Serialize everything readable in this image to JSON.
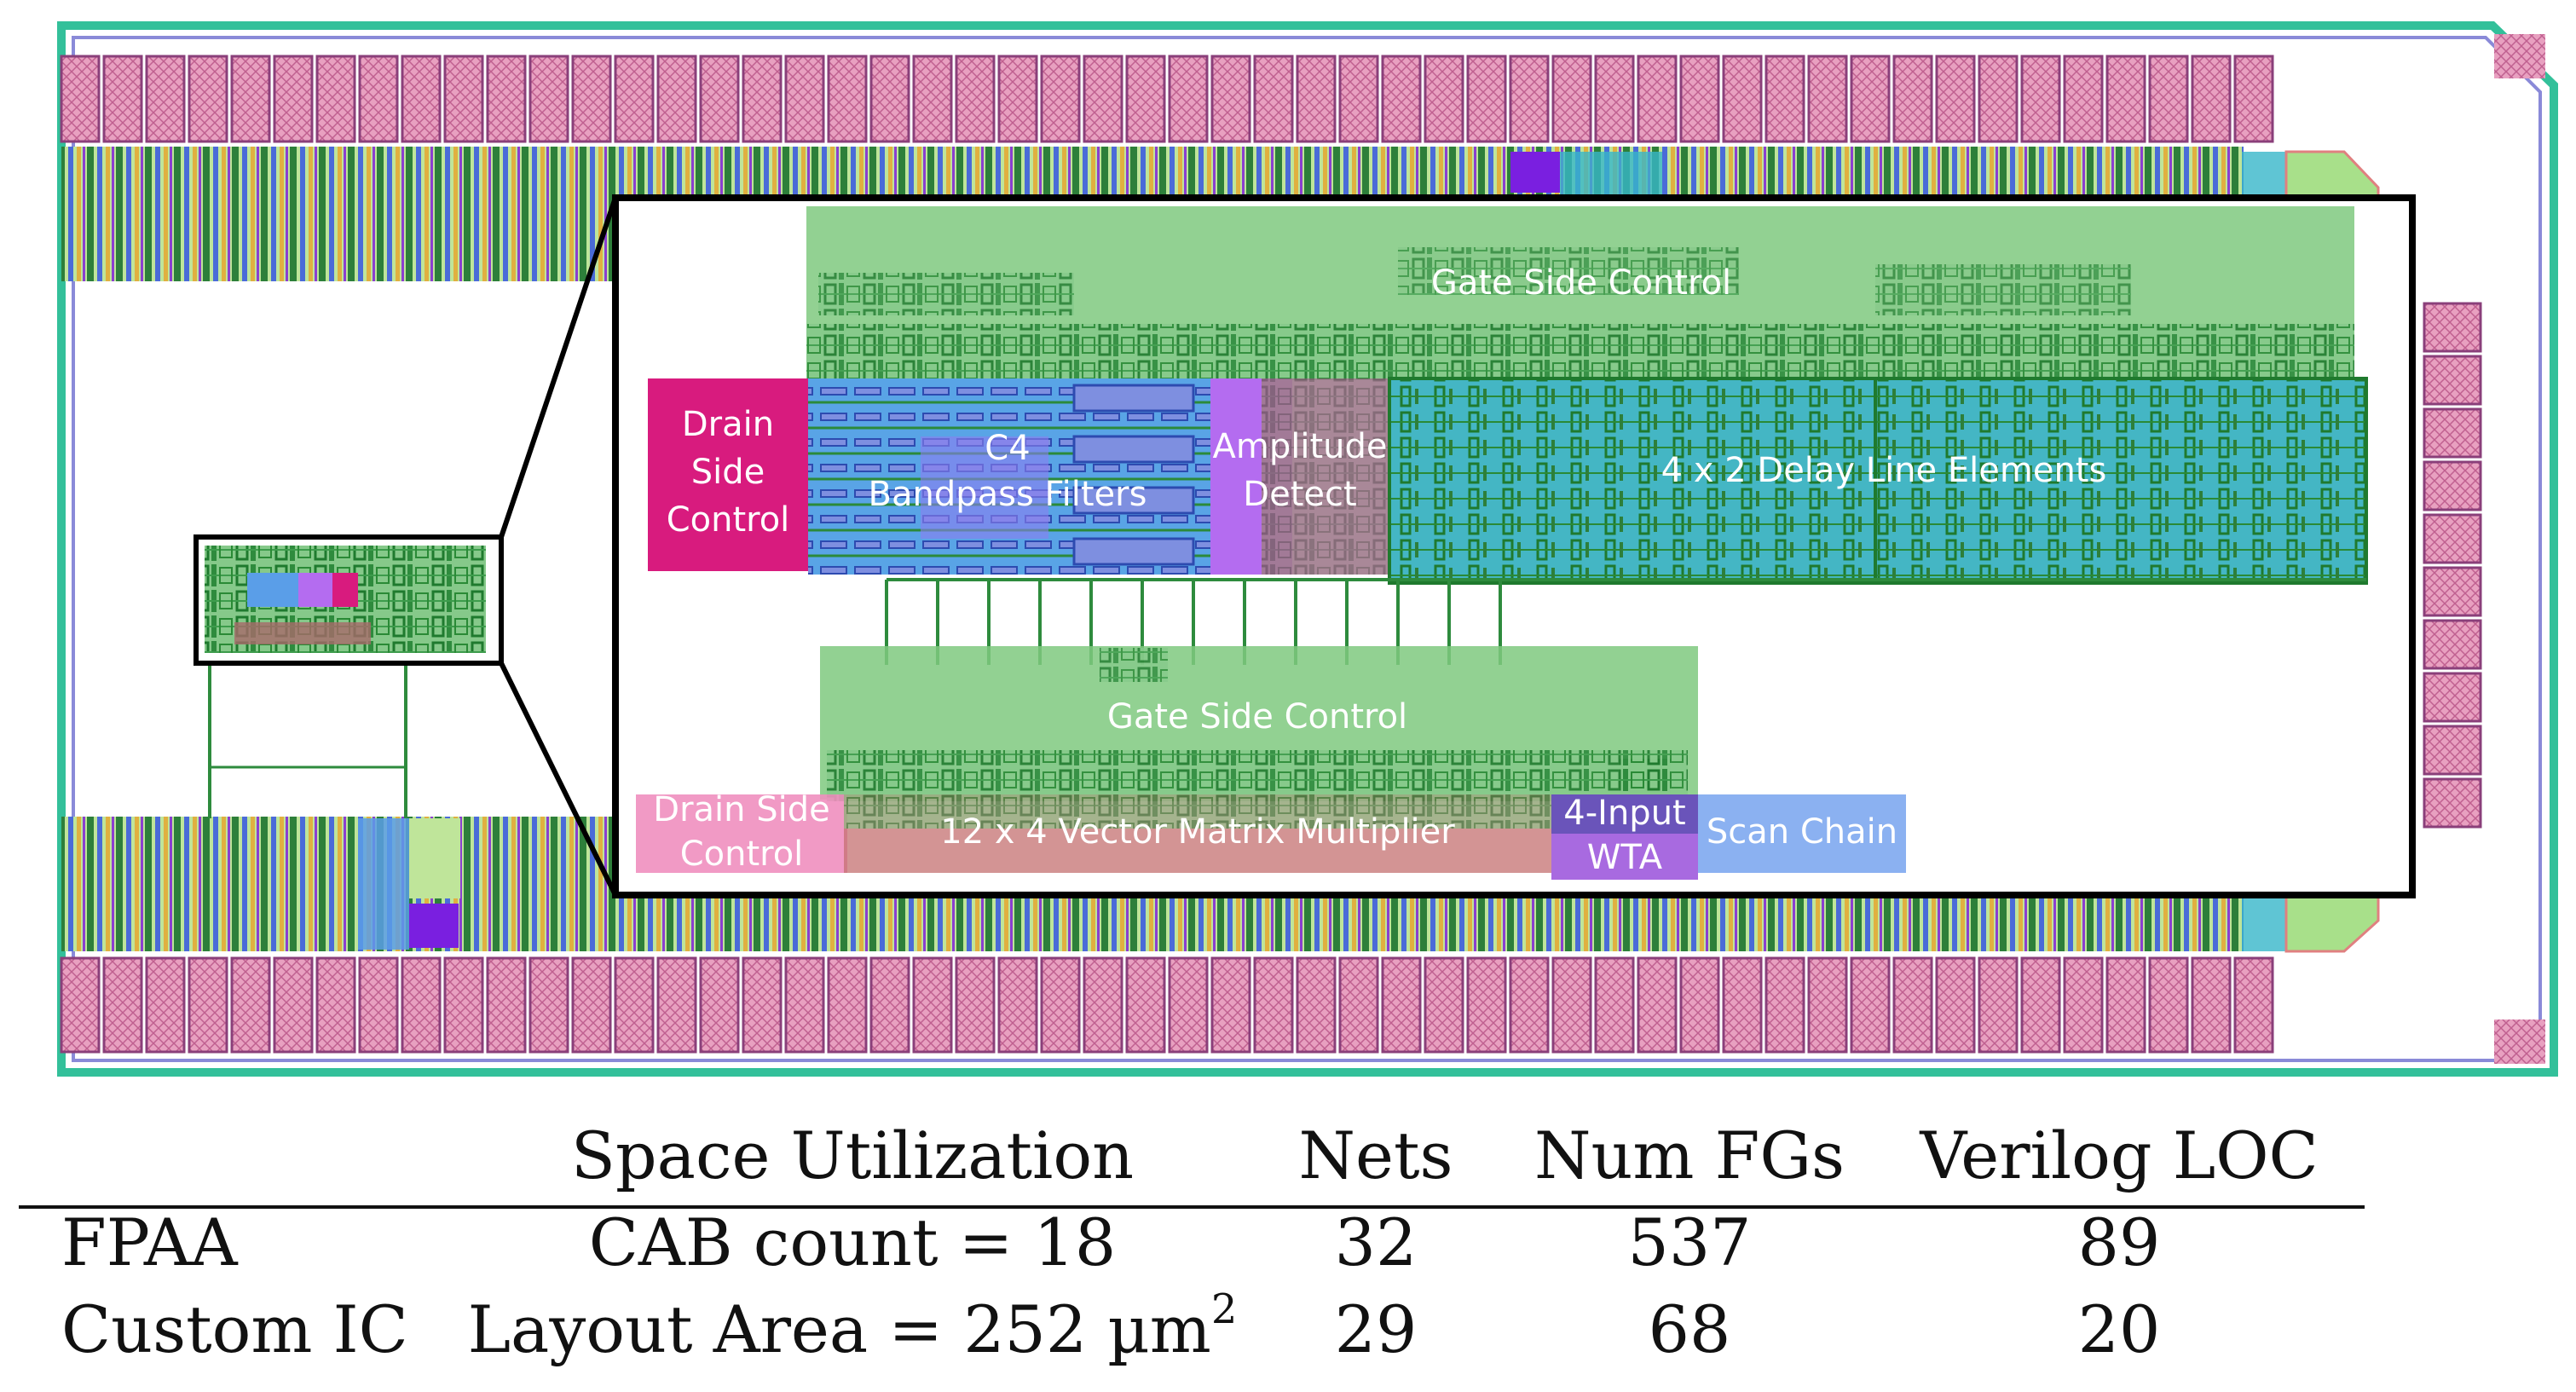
{
  "colors": {
    "pad_pink": "#d98aa6",
    "green_region": "#7fc97f",
    "drain_magenta": "#d81b7e",
    "blue_region": "#5a9ee8",
    "purple_region": "#b46cf0",
    "dark_purple": "#7a1fe0",
    "cyan_region": "#37b6c9",
    "chip_border": "#33c09a"
  },
  "inset": {
    "gate_side_control_top": "Gate Side Control",
    "drain_side_control_top": [
      "Drain",
      "Side",
      "Control"
    ],
    "c4_filters": [
      "C4",
      "Bandpass Filters"
    ],
    "amplitude_detect": [
      "Amplitude",
      "Detect"
    ],
    "delay_line": "4 x 2 Delay Line Elements",
    "gate_side_control_bottom": "Gate Side Control",
    "drain_side_control_bottom": [
      "Drain Side",
      "Control"
    ],
    "vmm": "12 x 4 Vector Matrix Multiplier",
    "wta": [
      "4-Input",
      "WTA"
    ],
    "scan_chain": "Scan Chain"
  },
  "table": {
    "headers": [
      "Space Utilization",
      "Nets",
      "Num FGs",
      "Verilog LOC"
    ],
    "rows": [
      {
        "name": "FPAA",
        "space": "CAB count = 18",
        "nets": "32",
        "fgs": "537",
        "loc": "89"
      },
      {
        "name": "Custom IC",
        "space_prefix": "Layout Area = 252 µm",
        "space_sup": "2",
        "nets": "29",
        "fgs": "68",
        "loc": "20"
      }
    ]
  }
}
